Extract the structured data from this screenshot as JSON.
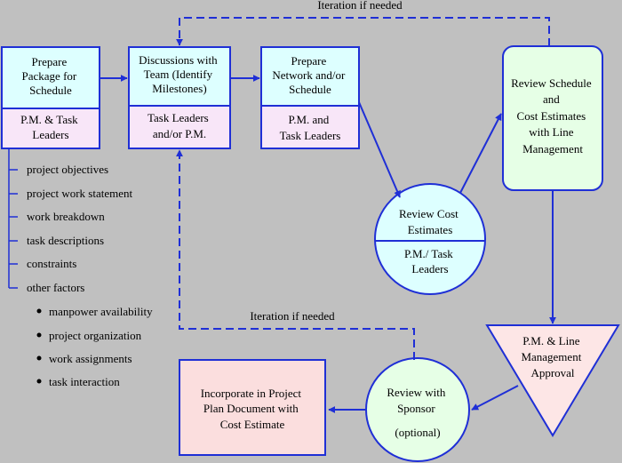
{
  "colors": {
    "background": "#c0c0c0",
    "arrow": "#1f2fd6",
    "box_top_fill": "#ddffff",
    "box_bottom_fill": "#f8e6f8",
    "oval_fill": "#ddffff",
    "review_fill": "#e6ffe6",
    "approval_fill": "#fde6e6",
    "final_fill": "#fbdede"
  },
  "iteration_top": "Iteration if needed",
  "iteration_mid": "Iteration if needed",
  "box_prepare_package": {
    "title": [
      "Prepare",
      "Package for",
      "Schedule"
    ],
    "owner": [
      "P.M. & Task",
      "Leaders"
    ]
  },
  "box_discussions": {
    "title": [
      "Discussions with",
      "Team (Identify",
      "Milestones)"
    ],
    "owner": [
      "Task Leaders",
      "and/or P.M."
    ]
  },
  "box_prepare_network": {
    "title": [
      "Prepare",
      "Network and/or",
      "Schedule"
    ],
    "owner": [
      "P.M. and",
      "Task Leaders"
    ]
  },
  "circle_review_cost": {
    "title": [
      "Review Cost",
      "Estimates"
    ],
    "owner": [
      "P.M./ Task",
      "Leaders"
    ]
  },
  "box_review_schedule": {
    "lines": [
      "Review Schedule",
      "and",
      "Cost Estimates",
      "with Line",
      "Management"
    ]
  },
  "triangle_approval": {
    "lines": [
      "P.M. & Line",
      "Management",
      "Approval"
    ]
  },
  "circle_review_sponsor": {
    "lines": [
      "Review with",
      "Sponsor",
      "(optional)"
    ]
  },
  "box_incorporate": {
    "lines": [
      "Incorporate in Project",
      "Plan Document with",
      "Cost Estimate"
    ]
  },
  "inputs": [
    "project objectives",
    "project work statement",
    "work breakdown",
    "task descriptions",
    "constraints",
    "other factors"
  ],
  "other_factors": [
    "manpower availability",
    "project organization",
    "work assignments",
    "task interaction"
  ]
}
